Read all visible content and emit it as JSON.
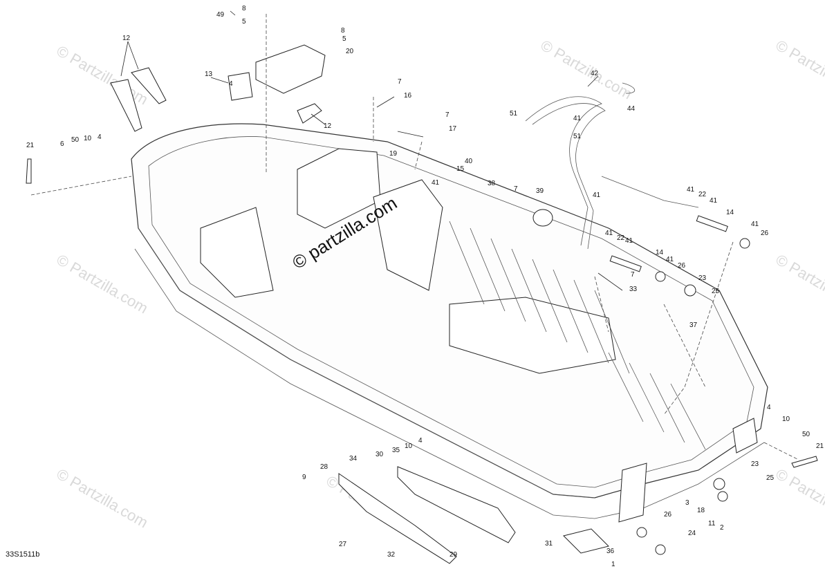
{
  "diagram": {
    "ref_code": "33S1511b",
    "watermark_small": "© Partzilla.com",
    "watermark_center": "© partzilla.com",
    "callouts": [
      {
        "label": "8"
      },
      {
        "label": "49"
      },
      {
        "label": "5"
      },
      {
        "label": "8"
      },
      {
        "label": "5"
      },
      {
        "label": "20"
      },
      {
        "label": "12"
      },
      {
        "label": "13"
      },
      {
        "label": "4"
      },
      {
        "label": "12"
      },
      {
        "label": "21"
      },
      {
        "label": "6"
      },
      {
        "label": "50"
      },
      {
        "label": "10"
      },
      {
        "label": "4"
      },
      {
        "label": "7"
      },
      {
        "label": "16"
      },
      {
        "label": "7"
      },
      {
        "label": "17"
      },
      {
        "label": "19"
      },
      {
        "label": "40"
      },
      {
        "label": "15"
      },
      {
        "label": "41"
      },
      {
        "label": "38"
      },
      {
        "label": "7"
      },
      {
        "label": "39"
      },
      {
        "label": "42"
      },
      {
        "label": "44"
      },
      {
        "label": "51"
      },
      {
        "label": "41"
      },
      {
        "label": "51"
      },
      {
        "label": "41"
      },
      {
        "label": "41"
      },
      {
        "label": "22"
      },
      {
        "label": "41"
      },
      {
        "label": "14"
      },
      {
        "label": "41"
      },
      {
        "label": "26"
      },
      {
        "label": "41"
      },
      {
        "label": "22"
      },
      {
        "label": "41"
      },
      {
        "label": "14"
      },
      {
        "label": "7"
      },
      {
        "label": "41"
      },
      {
        "label": "26"
      },
      {
        "label": "33"
      },
      {
        "label": "23"
      },
      {
        "label": "25"
      },
      {
        "label": "37"
      },
      {
        "label": "4"
      },
      {
        "label": "10"
      },
      {
        "label": "50"
      },
      {
        "label": "21"
      },
      {
        "label": "23"
      },
      {
        "label": "25"
      },
      {
        "label": "3"
      },
      {
        "label": "18"
      },
      {
        "label": "11"
      },
      {
        "label": "2"
      },
      {
        "label": "26"
      },
      {
        "label": "24"
      },
      {
        "label": "31"
      },
      {
        "label": "36"
      },
      {
        "label": "1"
      },
      {
        "label": "28"
      },
      {
        "label": "34"
      },
      {
        "label": "30"
      },
      {
        "label": "35"
      },
      {
        "label": "10"
      },
      {
        "label": "4"
      },
      {
        "label": "9"
      },
      {
        "label": "27"
      },
      {
        "label": "32"
      },
      {
        "label": "29"
      }
    ]
  }
}
